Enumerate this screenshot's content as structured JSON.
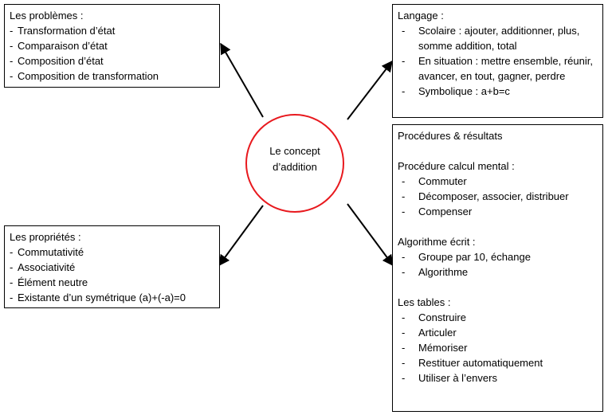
{
  "center": {
    "line1": "Le concept",
    "line2": "d’addition",
    "stroke": "#e8191e"
  },
  "problems": {
    "title": "Les problèmes :",
    "items": [
      "Transformation d’état",
      "Comparaison d’état",
      "Composition d’état",
      "Composition de transformation"
    ]
  },
  "proprietes": {
    "title": "Les propriétés :",
    "items": [
      "Commutativité",
      "Associativité",
      "Élément neutre",
      "Existante d’un symétrique (a)+(-a)=0"
    ]
  },
  "langage": {
    "title": "Langage :",
    "items": [
      "Scolaire : ajouter, additionner, plus, somme addition, total",
      "En situation : mettre ensemble, réunir, avancer, en tout, gagner, perdre",
      "Symbolique : a+b=c"
    ]
  },
  "procedures": {
    "title": "Procédures & résultats",
    "mental": {
      "title": "Procédure calcul mental :",
      "items": [
        "Commuter",
        "Décomposer, associer, distribuer",
        "Compenser"
      ]
    },
    "ecrit": {
      "title": "Algorithme écrit :",
      "items": [
        "Groupe par 10, échange",
        "Algorithme"
      ]
    },
    "tables": {
      "title": "Les tables :",
      "items": [
        "Construire",
        "Articuler",
        "Mémoriser",
        "Restituer automatiquement",
        "Utiliser à l’envers"
      ]
    }
  }
}
